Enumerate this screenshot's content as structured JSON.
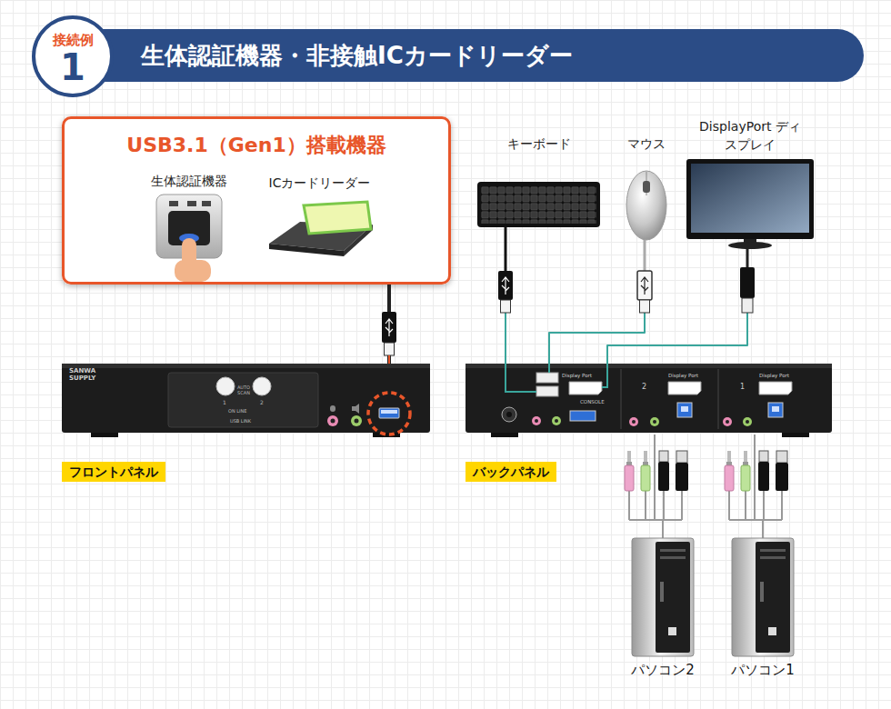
{
  "diagram": {
    "title": "生体認証機器・非接触ICカードリーダー",
    "nodes": [
      {
        "text": [
          "接続例",
          "1"
        ]
      },
      {
        "text": [
          "USB3.1（Gen1）搭載機器"
        ]
      },
      {
        "text": [
          "生体認証機器"
        ],
        "in": 1
      },
      {
        "text": [
          "ICカードリーダー"
        ],
        "in": 1
      },
      {
        "text": [
          "キーボード"
        ]
      },
      {
        "text": [
          "マウス"
        ]
      },
      {
        "text": [
          "DisplayPort ディスプレイ"
        ]
      },
      {
        "text": [
          "フロントパネル"
        ]
      },
      {
        "text": [
          "バックパネル"
        ]
      },
      {
        "text": [
          "パソコン2"
        ]
      },
      {
        "text": [
          "パソコン1"
        ]
      }
    ],
    "edges": [
      {
        "from": 1,
        "to": 7,
        "arrow": "none"
      },
      {
        "from": 4,
        "to": 8,
        "arrow": "none"
      },
      {
        "from": 5,
        "to": 8,
        "arrow": "none"
      },
      {
        "from": 6,
        "to": 8,
        "arrow": "none"
      },
      {
        "from": 8,
        "to": 9,
        "arrow": "none"
      },
      {
        "from": 8,
        "to": 10,
        "arrow": "none"
      }
    ],
    "labels": [
      "SANWA SUPPLY",
      "AUTO SCAN",
      "1",
      "2",
      "ON LINE",
      "USB LINK",
      "Display Port",
      "CONSOLE",
      "2",
      "Display Port",
      "1",
      "Display Port"
    ]
  }
}
